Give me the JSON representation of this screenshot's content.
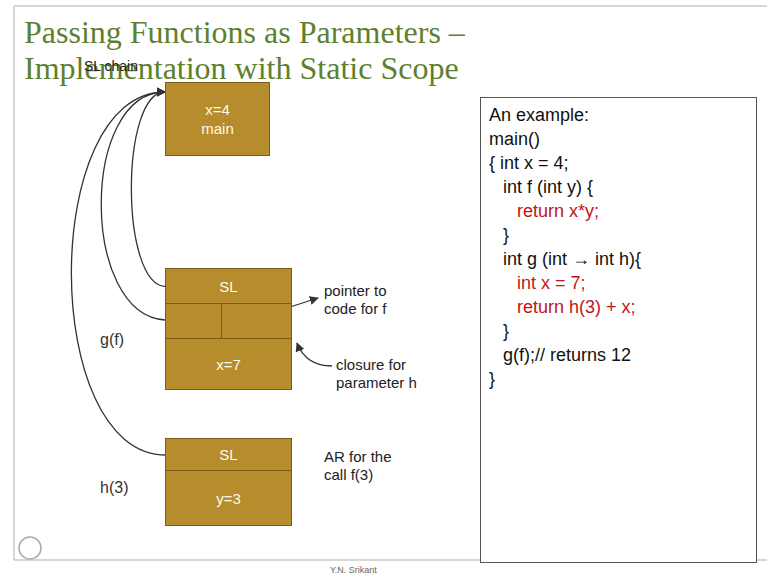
{
  "diagram": {
    "title": "Passing Functions as Parameters – Implementation with Static Scope",
    "nodes": [
      {
        "text": [
          "x=4",
          "main"
        ]
      },
      {
        "text": [
          "g(f)"
        ]
      },
      {
        "text": [
          "SL"
        ],
        "in": 1
      },
      {
        "text": [
          "x=7"
        ],
        "in": 1
      },
      {
        "text": [
          "h(3)"
        ]
      },
      {
        "text": [
          "SL"
        ],
        "in": 4
      },
      {
        "text": [
          "y=3"
        ],
        "in": 4
      },
      {
        "text": [
          "An example:",
          "main()",
          "{ int x = 4;",
          "int f (int y) {",
          "return x*y;",
          "}",
          "int g (int → int h){",
          "int x = 7;",
          "return h(3) + x;",
          "}",
          "g(f);// returns 12",
          "}"
        ]
      }
    ],
    "edges": [
      {
        "from": 2,
        "to": 0,
        "arrow": "to"
      },
      {
        "from": 5,
        "to": 0,
        "arrow": "to"
      }
    ],
    "labels": [
      "SL chain",
      "pointer to code for f",
      "closure for parameter h",
      "AR for the call f(3)",
      "Y.N. Srikant"
    ]
  }
}
